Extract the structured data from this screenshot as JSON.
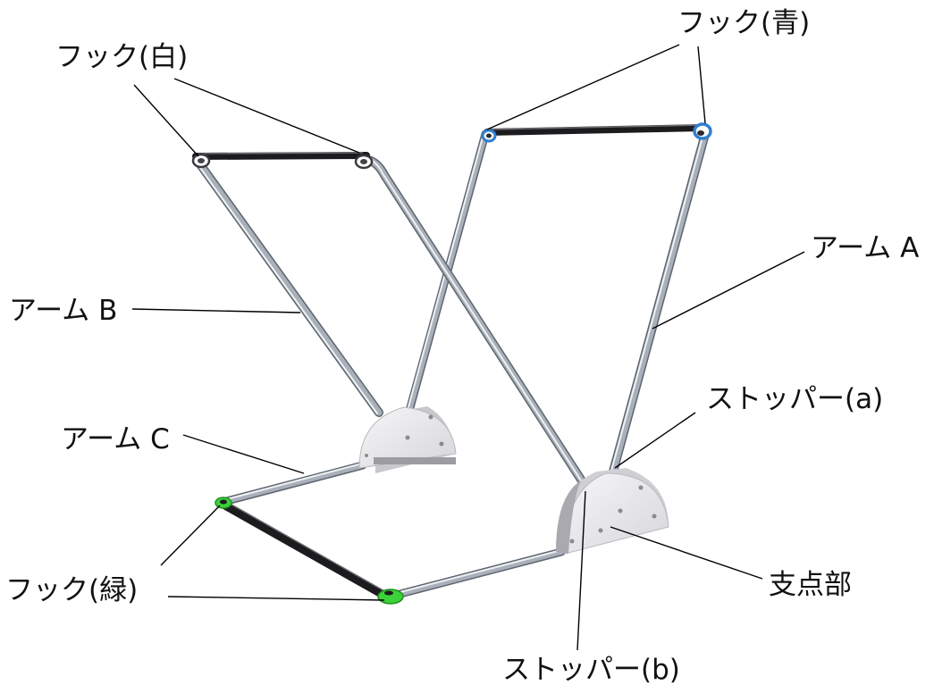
{
  "labels": {
    "hook_white": "フック(白)",
    "hook_blue": "フック(青)",
    "arm_a": "アーム A",
    "arm_b": "アーム B",
    "arm_c": "アーム C",
    "stopper_a": "ストッパー(a)",
    "stopper_b": "ストッパー(b)",
    "pivot": "支点部",
    "hook_green": "フック(緑)"
  },
  "colors": {
    "tube_light": "#eef1f4",
    "tube_mid": "#a9b0b9",
    "tube_dark": "#5d6570",
    "crossbar": "#1c1c1f",
    "hook_blue": "#2f7fd0",
    "hook_green": "#3bd23a",
    "plate": "#e9e9ec",
    "plate_edge": "#b9b9be"
  }
}
